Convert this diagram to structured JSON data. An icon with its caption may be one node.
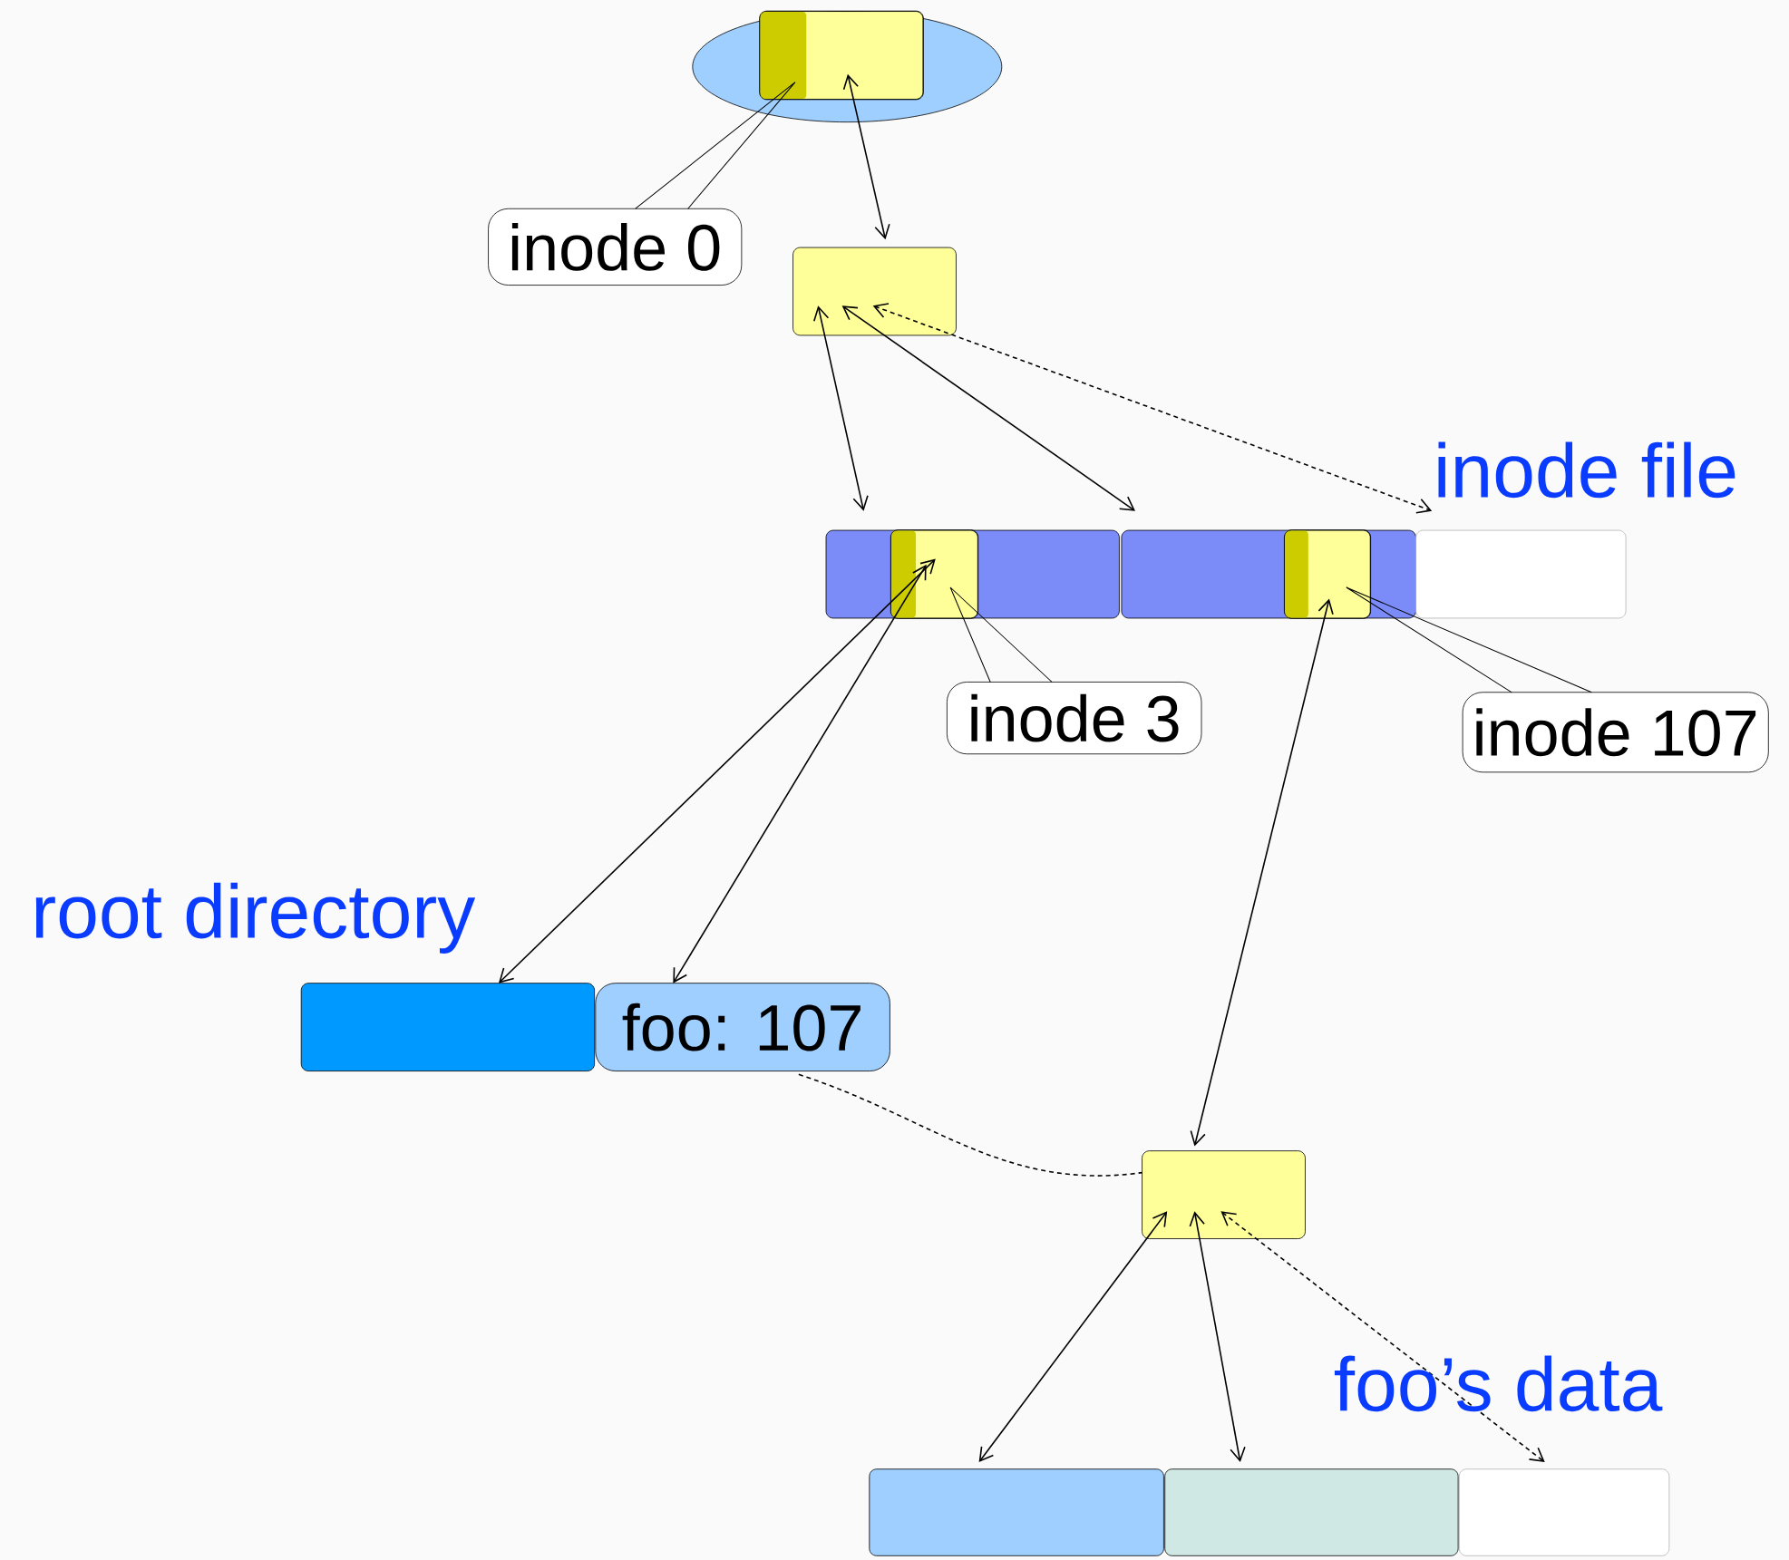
{
  "diagram": {
    "nodes": [
      {
        "text": [],
        "shape": "ellipse"
      },
      {
        "text": [],
        "shape": "box",
        "in": 0
      },
      {
        "text": [
          "inode 0"
        ]
      },
      {
        "text": [],
        "shape": "box"
      },
      {
        "text": [],
        "shape": "box"
      },
      {
        "text": [],
        "shape": "box"
      },
      {
        "text": [],
        "shape": "box"
      },
      {
        "text": [],
        "shape": "box",
        "in": 4
      },
      {
        "text": [],
        "shape": "box",
        "in": 5
      },
      {
        "text": [
          "inode 3"
        ]
      },
      {
        "text": [
          "inode 107"
        ]
      },
      {
        "text": [],
        "shape": "box"
      },
      {
        "text": [
          "foo: 107"
        ]
      },
      {
        "text": [],
        "shape": "box"
      },
      {
        "text": [],
        "shape": "box"
      },
      {
        "text": [],
        "shape": "box"
      },
      {
        "text": [],
        "shape": "box"
      }
    ],
    "edges": [
      {
        "from": 2,
        "to": 1,
        "arrow": "none"
      },
      {
        "from": 1,
        "to": 3,
        "arrow": "both"
      },
      {
        "from": 3,
        "to": 4,
        "arrow": "both"
      },
      {
        "from": 3,
        "to": 5,
        "arrow": "both"
      },
      {
        "from": 3,
        "to": 6,
        "arrow": "both",
        "style": "dashed"
      },
      {
        "from": 9,
        "to": 7,
        "arrow": "none"
      },
      {
        "from": 10,
        "to": 8,
        "arrow": "none"
      },
      {
        "from": 7,
        "to": 11,
        "arrow": "both"
      },
      {
        "from": 7,
        "to": 12,
        "arrow": "both"
      },
      {
        "from": 8,
        "to": 13,
        "arrow": "both"
      },
      {
        "from": 12,
        "to": 13,
        "arrow": "none",
        "style": "dashed"
      },
      {
        "from": 13,
        "to": 14,
        "arrow": "both"
      },
      {
        "from": 13,
        "to": 15,
        "arrow": "both"
      },
      {
        "from": 13,
        "to": 16,
        "arrow": "both",
        "style": "dashed"
      }
    ],
    "labels": [
      "inode file",
      "root directory",
      "foo’s data"
    ]
  }
}
